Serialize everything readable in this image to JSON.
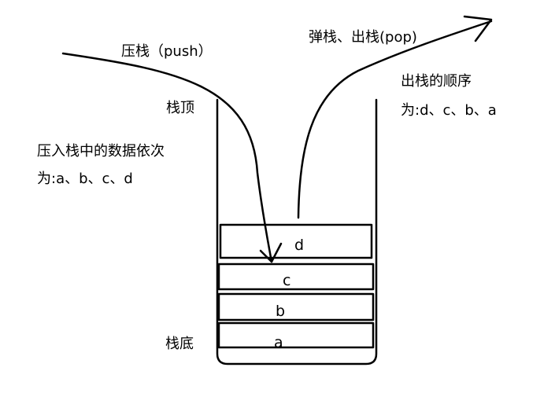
{
  "labels": {
    "push": "压栈（push）",
    "pop": "弹栈、出栈(pop)",
    "top": "栈顶",
    "bottom": "栈底",
    "push_order_line1": "压入栈中的数据依次",
    "push_order_line2": "为:a、b、c、d",
    "pop_order_line1": "出栈的顺序",
    "pop_order_line2": "为:d、c、b、a"
  },
  "stack_items": [
    "d",
    "c",
    "b",
    "a"
  ],
  "colors": {
    "stroke": "#000000",
    "background": "#ffffff"
  }
}
